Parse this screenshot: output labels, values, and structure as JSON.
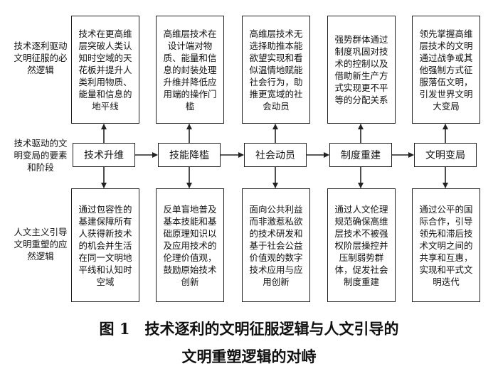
{
  "row_labels": {
    "top": "技术逐利驱动文明征服的必然逻辑",
    "middle": "技术驱动的文明变局的要素和阶段",
    "bottom": "人文主义引导文明重塑的应然逻辑"
  },
  "top_boxes": [
    "技术在更高维层突破人类认知时空域的天花板并提升人类利用物质、能量和信息的地平线",
    "高维层技术在设计端对物质、能量和信息的封装处理升维并降低应用端的操作门槛",
    "高维层技术无选择助推本能欲望实现和看似温情地赋能社会行为，助推更宽域的社会动员",
    "强势群体通过制度巩固对技术的控制以及借助新生产方式实现更不平等的分配关系",
    "领先掌握高维层技术的文明通过战争或其他强制方式征服落伍文明，引发世界文明大变局"
  ],
  "stages": [
    "技术升维",
    "技能降槛",
    "社会动员",
    "制度重建",
    "文明变局"
  ],
  "bottom_boxes": [
    "通过包容性的基建保障所有人获得新技术的机会并生活在同一文明地平线和认知时空域",
    "反单盲地普及基本技能和基础原理知识以及应用技术的伦理价值观，鼓励原始技术创新",
    "面向公共利益而非激惹私欲的技术研发和基于社会公益价值观的数字技术应用与应用创新",
    "通过人文伦理规范确保高维层技术不被强权阶层操控并压制弱势群体，促发社会制度重建",
    "通过公平的国际合作，引导领先和滞后技术文明之间的共享和互惠，实现和平式文明迭代"
  ],
  "caption": {
    "line1": "图 1　技术逐利的文明征服逻辑与人文引导的",
    "line2": "文明重塑逻辑的对峙"
  }
}
